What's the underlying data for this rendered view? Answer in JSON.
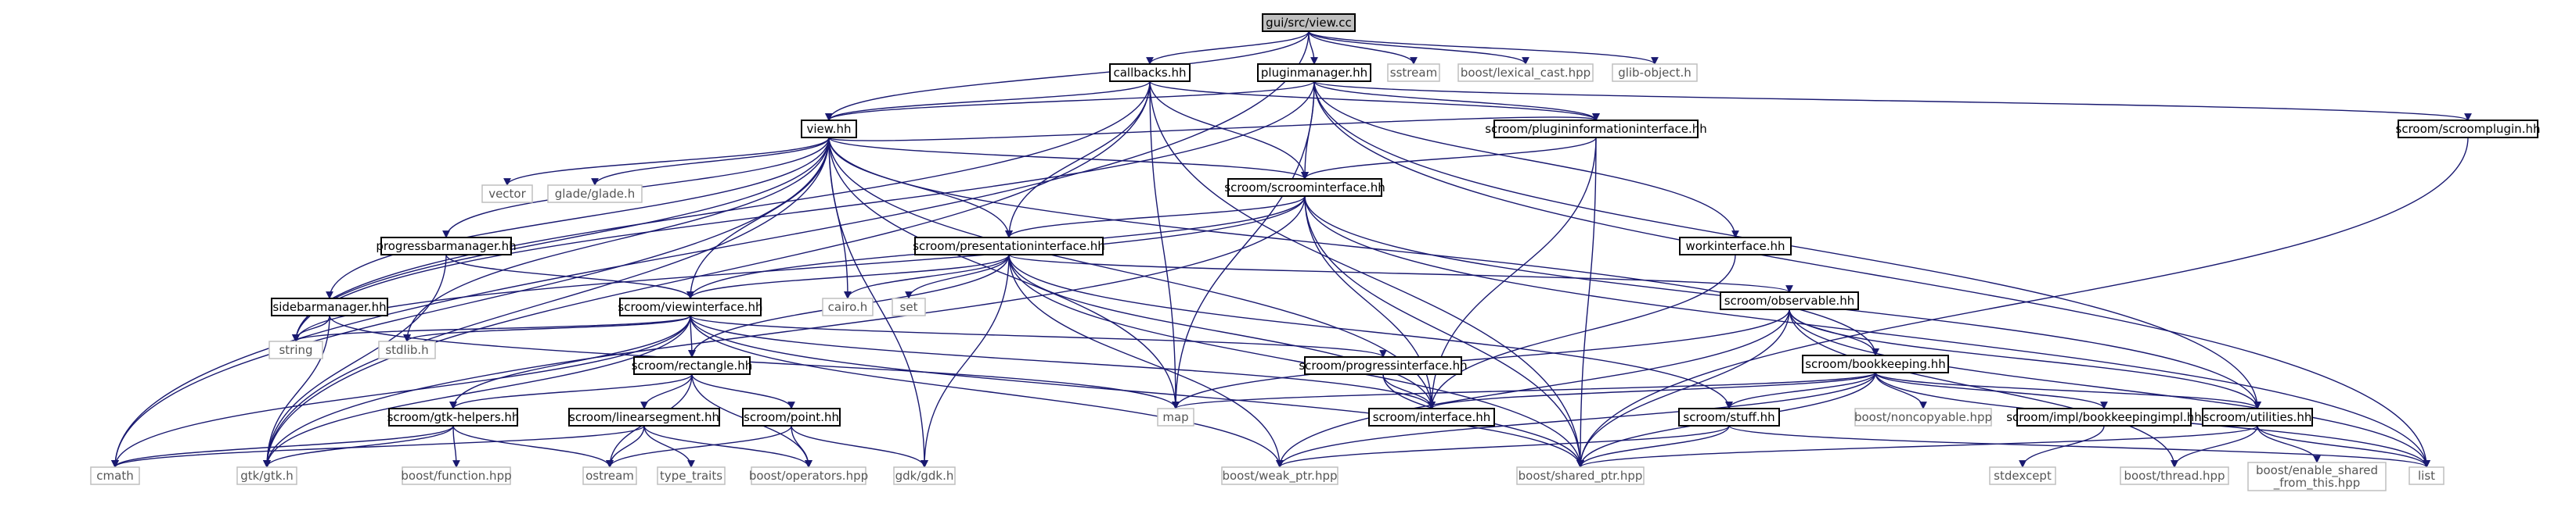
{
  "colors": {
    "edge": "#191970",
    "root_fill": "#bfbfbf",
    "system_border": "#bfbfbf",
    "project_border": "#000000"
  },
  "nodes": [
    {
      "id": "root",
      "label": "gui/src/view.cc",
      "kind": "root"
    },
    {
      "id": "callbacks",
      "label": "callbacks.hh",
      "kind": "project"
    },
    {
      "id": "pluginmanager",
      "label": "pluginmanager.hh",
      "kind": "project"
    },
    {
      "id": "sstream",
      "label": "sstream",
      "kind": "system"
    },
    {
      "id": "lexical",
      "label": "boost/lexical_cast.hpp",
      "kind": "system"
    },
    {
      "id": "glibobject",
      "label": "glib-object.h",
      "kind": "system"
    },
    {
      "id": "viewhh",
      "label": "view.hh",
      "kind": "project"
    },
    {
      "id": "pluginfo",
      "label": "scroom/plugininformationinterface.hh",
      "kind": "project"
    },
    {
      "id": "scroomplugin",
      "label": "scroom/scroomplugin.hh",
      "kind": "project"
    },
    {
      "id": "vector",
      "label": "vector",
      "kind": "system"
    },
    {
      "id": "glade",
      "label": "glade/glade.h",
      "kind": "system"
    },
    {
      "id": "scroomif",
      "label": "scroom/scroominterface.hh",
      "kind": "project"
    },
    {
      "id": "progressbar",
      "label": "progressbarmanager.hh",
      "kind": "project"
    },
    {
      "id": "presentationif",
      "label": "scroom/presentationinterface.hh",
      "kind": "project"
    },
    {
      "id": "workif",
      "label": "workinterface.hh",
      "kind": "project"
    },
    {
      "id": "sidebar",
      "label": "sidebarmanager.hh",
      "kind": "project"
    },
    {
      "id": "viewif",
      "label": "scroom/viewinterface.hh",
      "kind": "project"
    },
    {
      "id": "cairo",
      "label": "cairo.h",
      "kind": "system"
    },
    {
      "id": "set",
      "label": "set",
      "kind": "system"
    },
    {
      "id": "observable",
      "label": "scroom/observable.hh",
      "kind": "project"
    },
    {
      "id": "string",
      "label": "string",
      "kind": "system"
    },
    {
      "id": "stdlib",
      "label": "stdlib.h",
      "kind": "system"
    },
    {
      "id": "rectangle",
      "label": "scroom/rectangle.hh",
      "kind": "project"
    },
    {
      "id": "progressif",
      "label": "scroom/progressinterface.hh",
      "kind": "project"
    },
    {
      "id": "bookkeeping",
      "label": "scroom/bookkeeping.hh",
      "kind": "project"
    },
    {
      "id": "map",
      "label": "map",
      "kind": "system"
    },
    {
      "id": "interface",
      "label": "scroom/interface.hh",
      "kind": "project"
    },
    {
      "id": "noncopyable",
      "label": "boost/noncopyable.hpp",
      "kind": "system"
    },
    {
      "id": "bkimpl",
      "label": "scroom/impl/bookkeepingimpl.hh",
      "kind": "project"
    },
    {
      "id": "utilities",
      "label": "scroom/utilities.hh",
      "kind": "project"
    },
    {
      "id": "gtkhelpers",
      "label": "scroom/gtk-helpers.hh",
      "kind": "project"
    },
    {
      "id": "linearseg",
      "label": "scroom/linearsegment.hh",
      "kind": "project"
    },
    {
      "id": "point",
      "label": "scroom/point.hh",
      "kind": "project"
    },
    {
      "id": "stuff",
      "label": "scroom/stuff.hh",
      "kind": "project"
    },
    {
      "id": "cmath",
      "label": "cmath",
      "kind": "system"
    },
    {
      "id": "gtkh",
      "label": "gtk/gtk.h",
      "kind": "system"
    },
    {
      "id": "boostfunction",
      "label": "boost/function.hpp",
      "kind": "system"
    },
    {
      "id": "ostream",
      "label": "ostream",
      "kind": "system"
    },
    {
      "id": "typetraits",
      "label": "type_traits",
      "kind": "system"
    },
    {
      "id": "operators",
      "label": "boost/operators.hpp",
      "kind": "system"
    },
    {
      "id": "gdkh",
      "label": "gdk/gdk.h",
      "kind": "system"
    },
    {
      "id": "weakptr",
      "label": "boost/weak_ptr.hpp",
      "kind": "system"
    },
    {
      "id": "sharedptr",
      "label": "boost/shared_ptr.hpp",
      "kind": "system"
    },
    {
      "id": "stdexcept",
      "label": "stdexcept",
      "kind": "system"
    },
    {
      "id": "thread",
      "label": "boost/thread.hpp",
      "kind": "system"
    },
    {
      "id": "enableshared",
      "label": "boost/enable_shared\n_from_this.hpp",
      "kind": "system"
    },
    {
      "id": "list",
      "label": "list",
      "kind": "system"
    }
  ],
  "edges": [
    [
      "root",
      "callbacks"
    ],
    [
      "root",
      "pluginmanager"
    ],
    [
      "root",
      "sstream"
    ],
    [
      "root",
      "lexical"
    ],
    [
      "root",
      "glibobject"
    ],
    [
      "root",
      "viewhh"
    ],
    [
      "root",
      "cmath"
    ],
    [
      "callbacks",
      "viewhh"
    ],
    [
      "callbacks",
      "string"
    ],
    [
      "callbacks",
      "gtkh"
    ],
    [
      "callbacks",
      "scroomif"
    ],
    [
      "callbacks",
      "presentationif"
    ],
    [
      "callbacks",
      "map"
    ],
    [
      "callbacks",
      "sharedptr"
    ],
    [
      "callbacks",
      "pluginfo"
    ],
    [
      "pluginmanager",
      "viewhh"
    ],
    [
      "pluginmanager",
      "pluginfo"
    ],
    [
      "pluginmanager",
      "scroomplugin"
    ],
    [
      "pluginmanager",
      "scroomif"
    ],
    [
      "pluginmanager",
      "workif"
    ],
    [
      "pluginmanager",
      "map"
    ],
    [
      "pluginmanager",
      "list"
    ],
    [
      "pluginmanager",
      "string"
    ],
    [
      "pluginmanager",
      "utilities"
    ],
    [
      "viewhh",
      "vector"
    ],
    [
      "viewhh",
      "glade"
    ],
    [
      "viewhh",
      "scroomif"
    ],
    [
      "viewhh",
      "progressbar"
    ],
    [
      "viewhh",
      "presentationif"
    ],
    [
      "viewhh",
      "sidebar"
    ],
    [
      "viewhh",
      "viewif"
    ],
    [
      "viewhh",
      "cairo"
    ],
    [
      "viewhh",
      "string"
    ],
    [
      "viewhh",
      "stdlib"
    ],
    [
      "viewhh",
      "map"
    ],
    [
      "viewhh",
      "gtkh"
    ],
    [
      "viewhh",
      "gdkh"
    ],
    [
      "viewhh",
      "cmath"
    ],
    [
      "viewhh",
      "interface"
    ],
    [
      "viewhh",
      "bookkeeping"
    ],
    [
      "viewhh",
      "pluginfo"
    ],
    [
      "pluginfo",
      "scroomif"
    ],
    [
      "pluginfo",
      "interface"
    ],
    [
      "pluginfo",
      "sharedptr"
    ],
    [
      "scroomplugin",
      "sharedptr"
    ],
    [
      "scroomif",
      "presentationif"
    ],
    [
      "scroomif",
      "viewif"
    ],
    [
      "scroomif",
      "interface"
    ],
    [
      "scroomif",
      "utilities"
    ],
    [
      "scroomif",
      "list"
    ],
    [
      "scroomif",
      "sharedptr"
    ],
    [
      "scroomif",
      "string"
    ],
    [
      "scroomif",
      "gtkh"
    ],
    [
      "progressbar",
      "viewif"
    ],
    [
      "progressbar",
      "gtkh"
    ],
    [
      "presentationif",
      "viewif"
    ],
    [
      "presentationif",
      "observable"
    ],
    [
      "presentationif",
      "rectangle"
    ],
    [
      "presentationif",
      "cairo"
    ],
    [
      "presentationif",
      "set"
    ],
    [
      "presentationif",
      "gdkh"
    ],
    [
      "presentationif",
      "weakptr"
    ],
    [
      "presentationif",
      "sharedptr"
    ],
    [
      "presentationif",
      "stuff"
    ],
    [
      "presentationif",
      "interface"
    ],
    [
      "workif",
      "interface"
    ],
    [
      "sidebar",
      "string"
    ],
    [
      "sidebar",
      "gtkh"
    ],
    [
      "sidebar",
      "map"
    ],
    [
      "viewif",
      "rectangle"
    ],
    [
      "viewif",
      "progressif"
    ],
    [
      "viewif",
      "string"
    ],
    [
      "viewif",
      "stdlib"
    ],
    [
      "viewif",
      "gtkh"
    ],
    [
      "viewif",
      "gtkhelpers"
    ],
    [
      "viewif",
      "interface"
    ],
    [
      "viewif",
      "sharedptr"
    ],
    [
      "viewif",
      "weakptr"
    ],
    [
      "viewif",
      "cmath"
    ],
    [
      "observable",
      "bookkeeping"
    ],
    [
      "observable",
      "utilities"
    ],
    [
      "observable",
      "map"
    ],
    [
      "observable",
      "list"
    ],
    [
      "observable",
      "weakptr"
    ],
    [
      "observable",
      "sharedptr"
    ],
    [
      "observable",
      "thread"
    ],
    [
      "rectangle",
      "gtkhelpers"
    ],
    [
      "rectangle",
      "linearseg"
    ],
    [
      "rectangle",
      "point"
    ],
    [
      "rectangle",
      "ostream"
    ],
    [
      "rectangle",
      "operators"
    ],
    [
      "progressif",
      "interface"
    ],
    [
      "progressif",
      "sharedptr"
    ],
    [
      "bookkeeping",
      "map"
    ],
    [
      "bookkeeping",
      "interface"
    ],
    [
      "bookkeeping",
      "noncopyable"
    ],
    [
      "bookkeeping",
      "bkimpl"
    ],
    [
      "bookkeeping",
      "utilities"
    ],
    [
      "bookkeeping",
      "stuff"
    ],
    [
      "bookkeeping",
      "sharedptr"
    ],
    [
      "bookkeeping",
      "weakptr"
    ],
    [
      "bookkeeping",
      "list"
    ],
    [
      "bkimpl",
      "stdexcept"
    ],
    [
      "utilities",
      "thread"
    ],
    [
      "utilities",
      "enableshared"
    ],
    [
      "utilities",
      "list"
    ],
    [
      "utilities",
      "sharedptr"
    ],
    [
      "gtkhelpers",
      "boostfunction"
    ],
    [
      "gtkhelpers",
      "ostream"
    ],
    [
      "gtkhelpers",
      "gtkh"
    ],
    [
      "gtkhelpers",
      "cmath"
    ],
    [
      "linearseg",
      "ostream"
    ],
    [
      "linearseg",
      "typetraits"
    ],
    [
      "linearseg",
      "operators"
    ],
    [
      "linearseg",
      "cmath"
    ],
    [
      "point",
      "ostream"
    ],
    [
      "point",
      "operators"
    ],
    [
      "point",
      "gdkh"
    ],
    [
      "stuff",
      "sharedptr"
    ],
    [
      "stuff",
      "weakptr"
    ],
    [
      "stuff",
      "list"
    ]
  ]
}
